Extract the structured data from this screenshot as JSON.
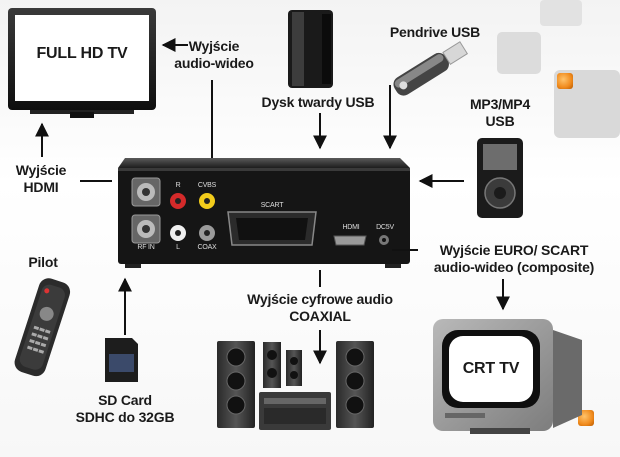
{
  "devices": {
    "full_hd_tv": "FULL HD TV",
    "crt_tv": "CRT TV",
    "stb": {
      "port_r": "R",
      "port_cvbs": "CVBS",
      "port_l": "L",
      "port_coax": "COAX",
      "port_rf_in": "RF IN",
      "port_scart": "SCART",
      "port_hdmi": "HDMI",
      "port_dc": "DC5V"
    }
  },
  "labels": {
    "av_out_line1": "Wyjście",
    "av_out_line2": "audio-wideo",
    "hdd": "Dysk twardy USB",
    "pendrive": "Pendrive USB",
    "mp3_line1": "MP3/MP4",
    "mp3_line2": "USB",
    "hdmi_line1": "Wyjście",
    "hdmi_line2": "HDMI",
    "pilot": "Pilot",
    "euro_line1": "Wyjście EURO/ SCART",
    "euro_line2": "audio-wideo (composite)",
    "digital_line1": "Wyjście cyfrowe audio",
    "digital_line2": "COAXIAL",
    "sd_line1": "SD Card",
    "sd_line2": "SDHC do 32GB"
  },
  "colors": {
    "accent_orange": "#f08a1c",
    "arrow": "#111111"
  }
}
